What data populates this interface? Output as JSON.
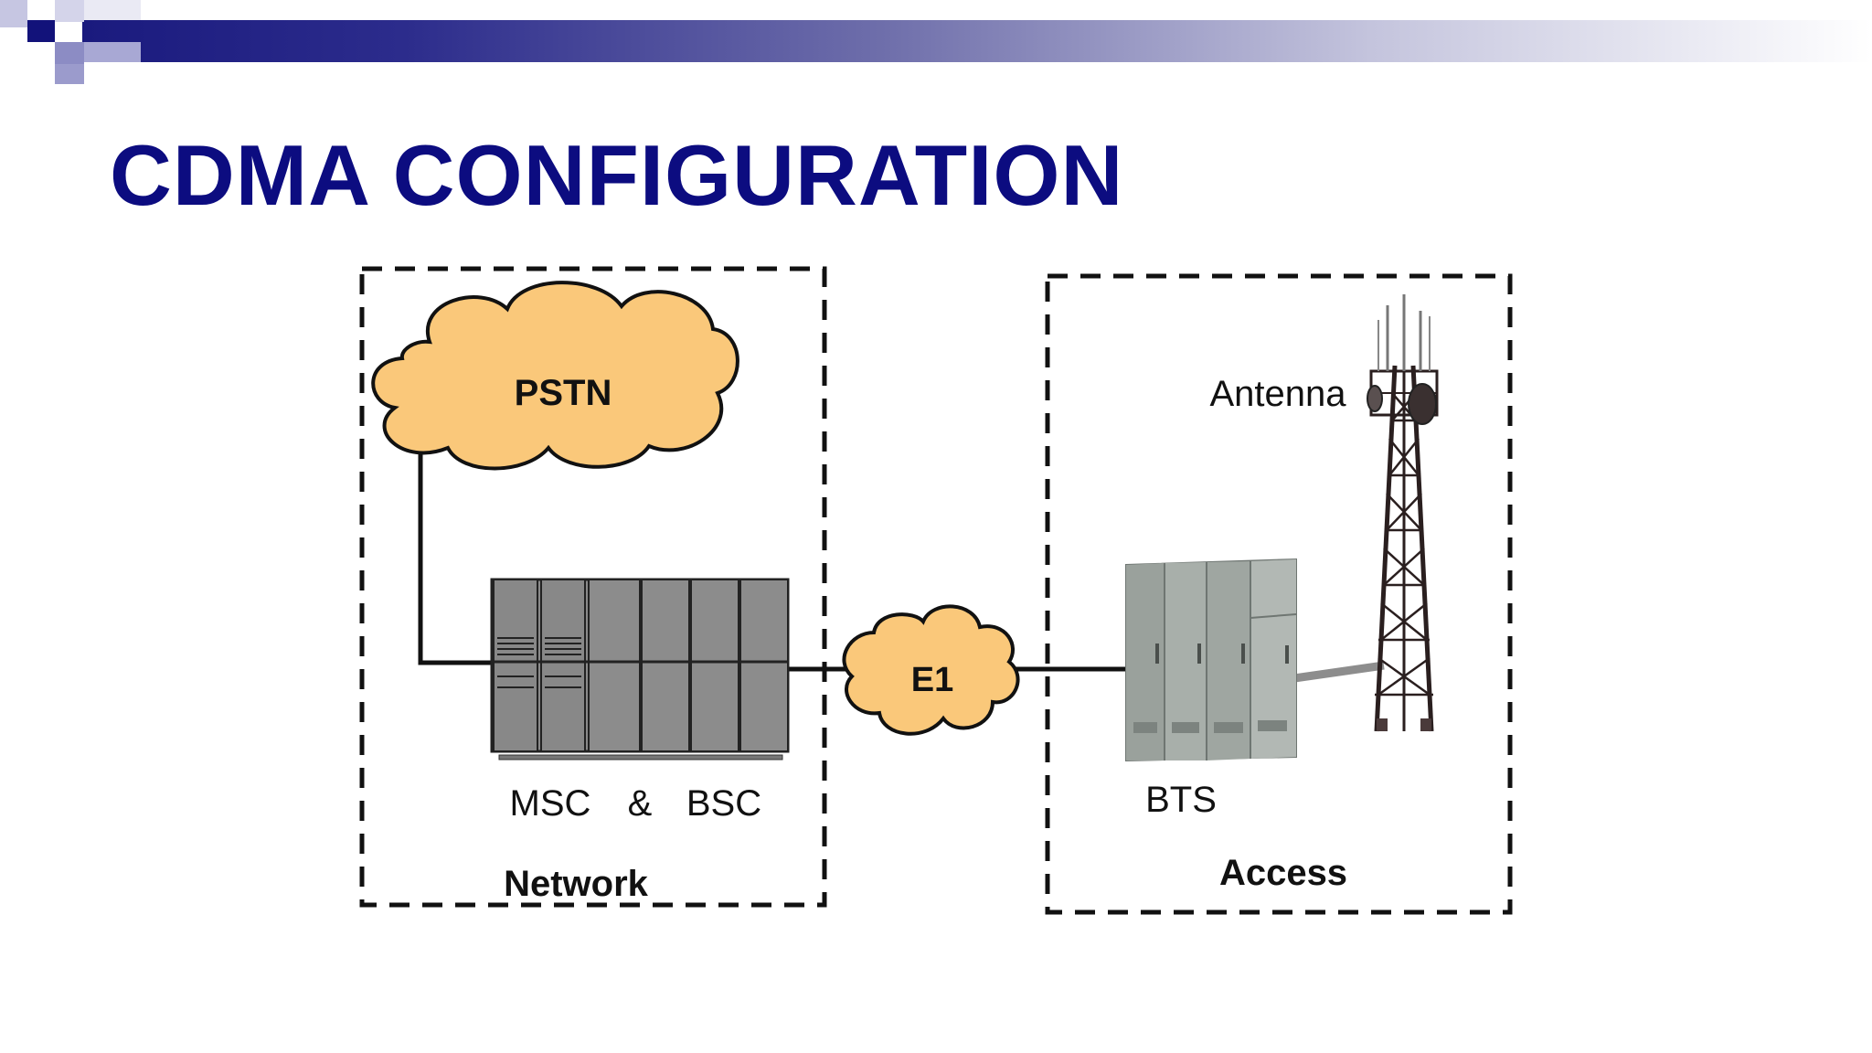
{
  "slide": {
    "title": "CDMA CONFIGURATION"
  },
  "colors": {
    "title": "#0c0c80",
    "header_band_start": "#1a1a7e",
    "cloud_fill": "#fac87a",
    "equipment_gray": "#8a8a8a",
    "cabinet_gray": "#a3aaa5"
  },
  "network_zone": {
    "label": "Network",
    "pstn_label": "PSTN",
    "msc_label": "MSC",
    "ampersand": "&",
    "bsc_label": "BSC"
  },
  "link": {
    "e1_label": "E1"
  },
  "access_zone": {
    "label": "Access",
    "antenna_label": "Antenna",
    "bts_label": "BTS"
  }
}
